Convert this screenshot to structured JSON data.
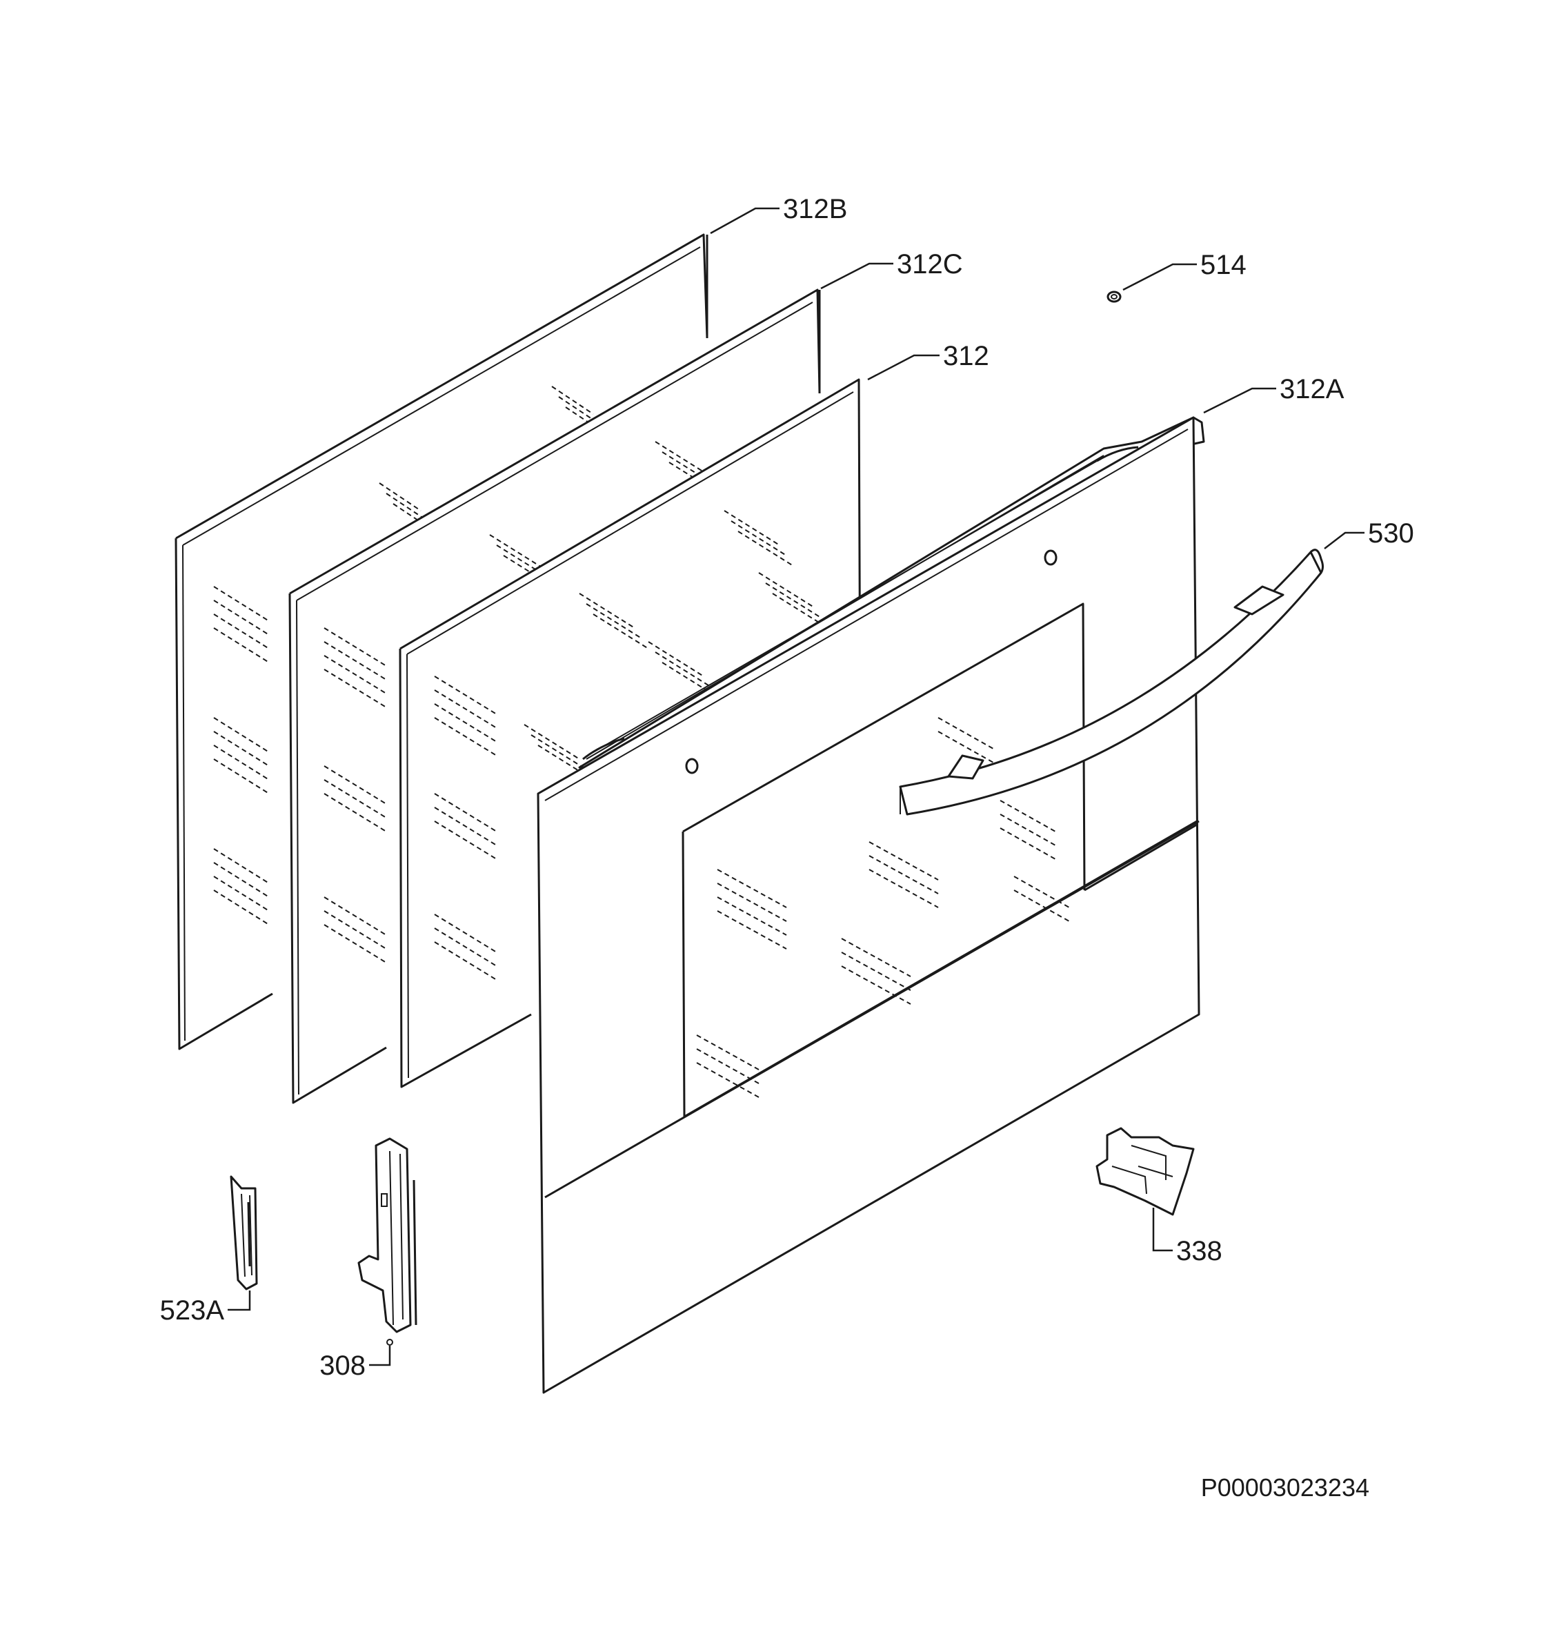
{
  "diagram": {
    "callouts": {
      "part_312B": "312B",
      "part_312C": "312C",
      "part_312": "312",
      "part_514": "514",
      "part_312A": "312A",
      "part_530": "530",
      "part_523A": "523A",
      "part_308": "308",
      "part_338": "338"
    },
    "document_id": "P00003023234"
  }
}
